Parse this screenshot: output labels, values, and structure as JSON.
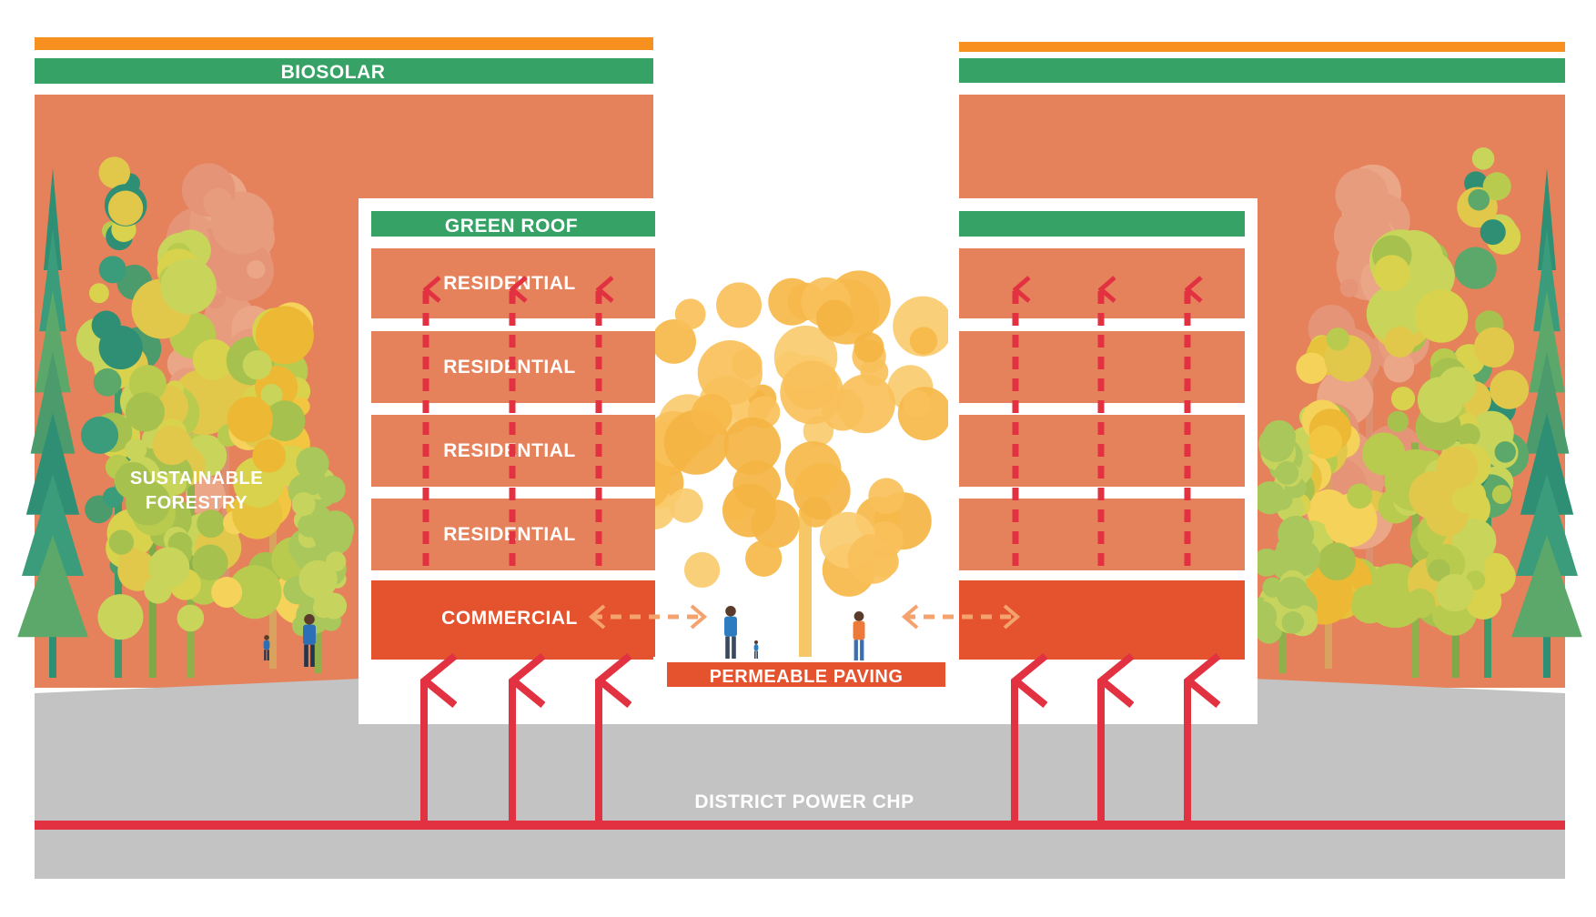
{
  "labels": {
    "biosolar": "BIOSOLAR",
    "green_roof": "GREEN ROOF",
    "residential": [
      "RESIDENTIAL",
      "RESIDENTIAL",
      "RESIDENTIAL",
      "RESIDENTIAL"
    ],
    "commercial": "COMMERCIAL",
    "permeable_paving": "PERMEABLE PAVING",
    "sustainable_forestry": [
      "SUSTAINABLE",
      "FORESTRY"
    ],
    "district_power": "DISTRICT POWER CHP"
  },
  "colors": {
    "background_orange": "#E5825C",
    "solar_orange": "#F7901E",
    "roof_green": "#36A266",
    "commercial_red": "#E4532D",
    "power_red": "#E23241",
    "ground_grey": "#C3C3C3",
    "exchange_arrow": "#F4A26E",
    "tree_yellow": "#F8C05A"
  },
  "icons": [
    "tree-icon",
    "person-icon",
    "up-arrow-icon",
    "dashed-arrow-icon",
    "double-arrow-icon"
  ]
}
